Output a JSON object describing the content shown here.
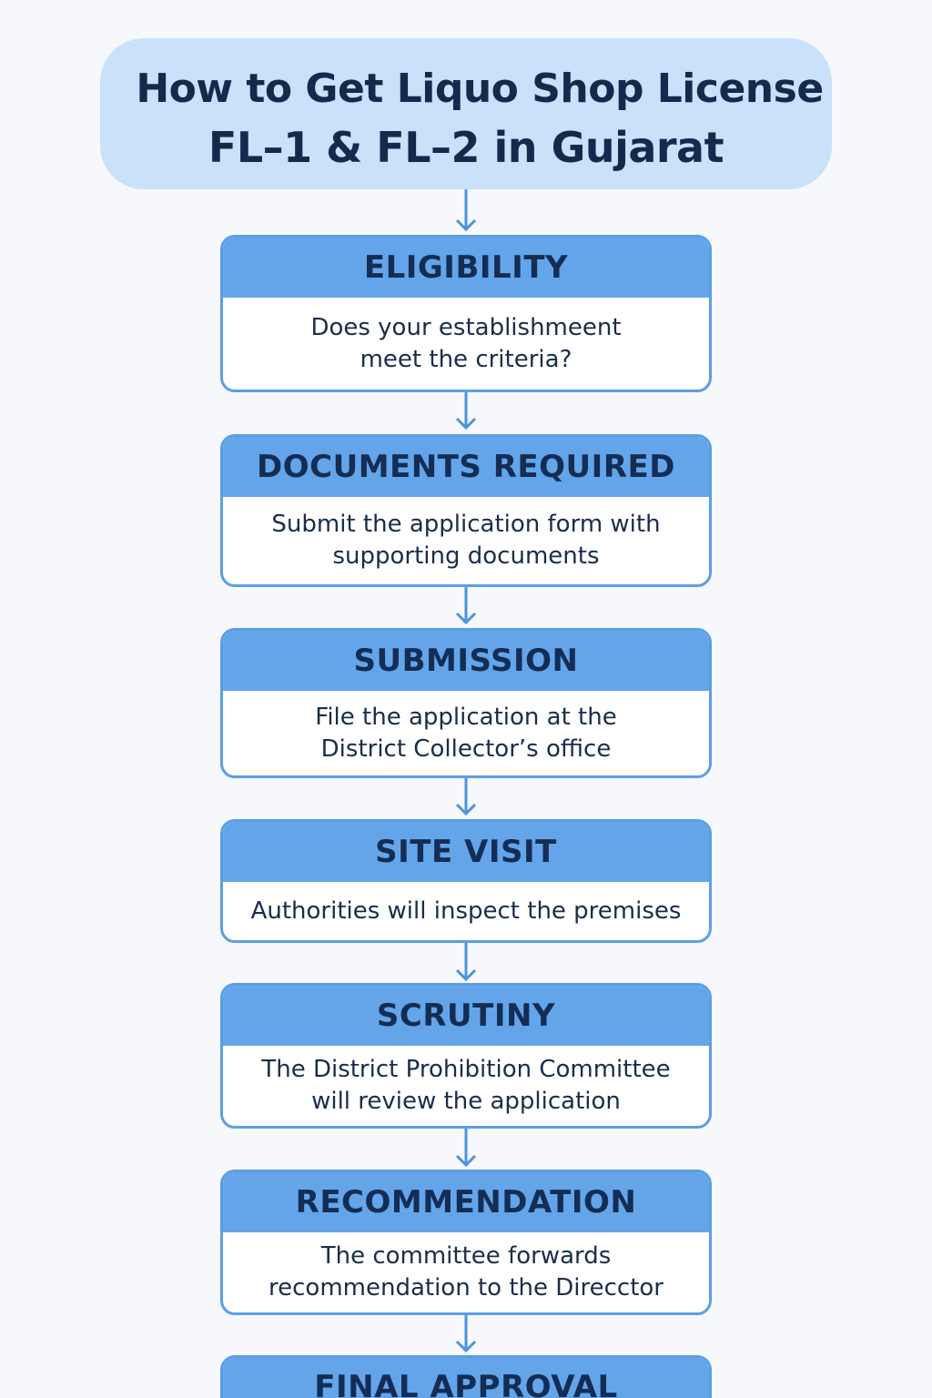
{
  "header": {
    "title_line1": "How to Get Liquo Shop License",
    "title_line2": "FL–1 & FL–2 in Gujarat"
  },
  "steps": [
    {
      "title": "ELIGIBILITY",
      "text": "Does your establishmeent\nmeet the criteria?"
    },
    {
      "title": "DOCUMENTS REQUIRED",
      "text": "Submit the application form with\nsupporting documents"
    },
    {
      "title": "SUBMISSION",
      "text": "File the application at the\nDistrict Collector’s office"
    },
    {
      "title": "SITE VISIT",
      "text": "Authorities will inspect the premises"
    },
    {
      "title": "SCRUTINY",
      "text": "The District Prohibition Committee\nwill review the application"
    },
    {
      "title": "RECOMMENDATION",
      "text": "The committee forwards\nrecommendation to the Direcctor"
    },
    {
      "title": "FINAL APPROVAL",
      "text": ""
    }
  ],
  "colors": {
    "title_bg": "#c9e1f9",
    "step_header": "#64a5ea",
    "step_border": "#5b9ee6",
    "arrow": "#4d93e0",
    "text_dark": "#142a4d"
  }
}
